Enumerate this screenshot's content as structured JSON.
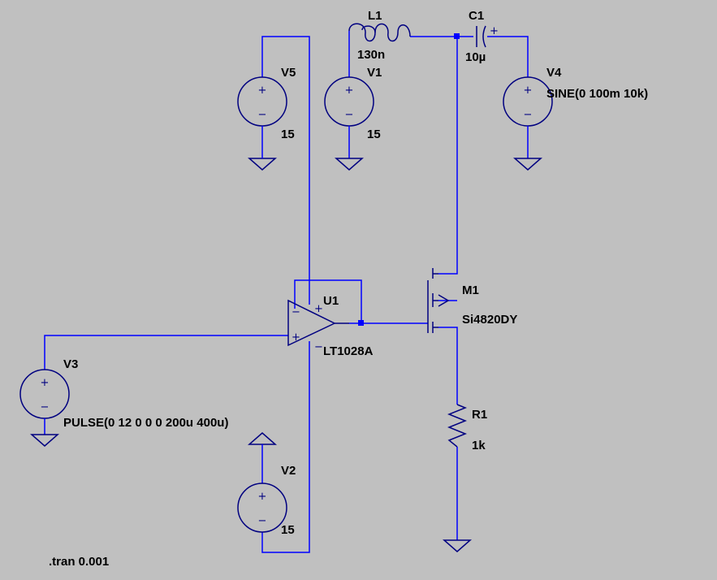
{
  "components": {
    "L1": {
      "name": "L1",
      "value": "130n"
    },
    "C1": {
      "name": "C1",
      "value": "10µ"
    },
    "V1": {
      "name": "V1",
      "value": "15"
    },
    "V2": {
      "name": "V2",
      "value": "15"
    },
    "V3": {
      "name": "V3",
      "value": "PULSE(0 12 0 0 0 200u 400u)"
    },
    "V4": {
      "name": "V4",
      "value": "SINE(0 100m 10k)"
    },
    "V5": {
      "name": "V5",
      "value": "15"
    },
    "U1": {
      "name": "U1",
      "value": "LT1028A"
    },
    "M1": {
      "name": "M1",
      "value": "Si4820DY"
    },
    "R1": {
      "name": "R1",
      "value": "1k"
    }
  },
  "directive": ".tran 0.001",
  "colors": {
    "background": "#c0c0c0",
    "wire": "#0000ff",
    "symbol": "#000080",
    "text": "#000000"
  }
}
